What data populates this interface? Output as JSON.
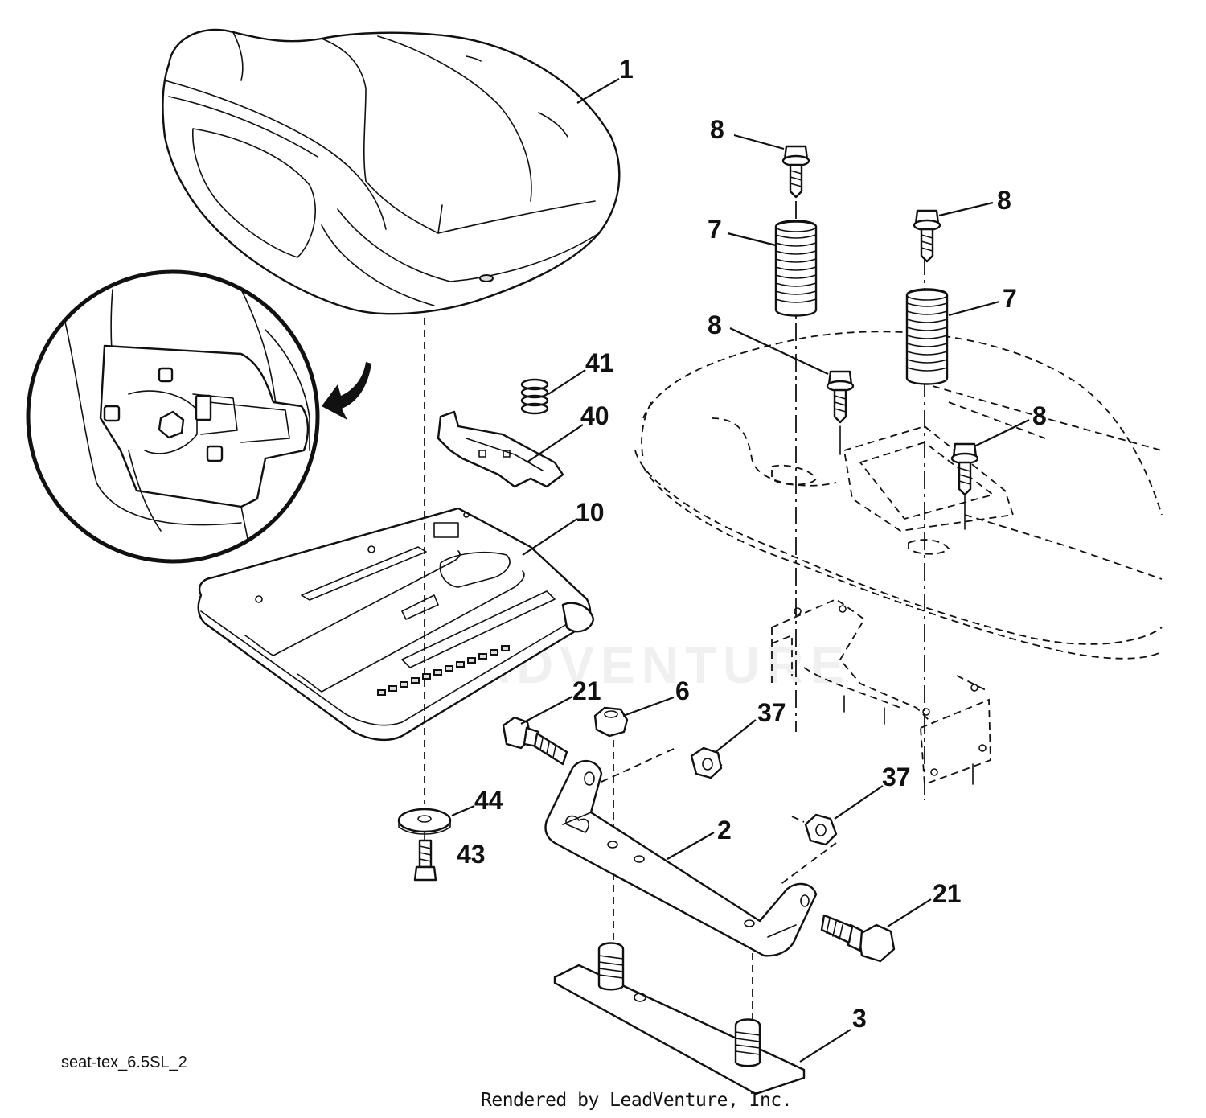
{
  "diagram": {
    "callouts": [
      "1",
      "8",
      "8",
      "7",
      "7",
      "8",
      "8",
      "41",
      "40",
      "10",
      "21",
      "6",
      "37",
      "37",
      "2",
      "21",
      "44",
      "43",
      "3"
    ],
    "drawing_id": "seat-tex_6.5SL_2",
    "credit": "Rendered by LeadVenture, Inc.",
    "watermark": "LEADVENTURE"
  }
}
